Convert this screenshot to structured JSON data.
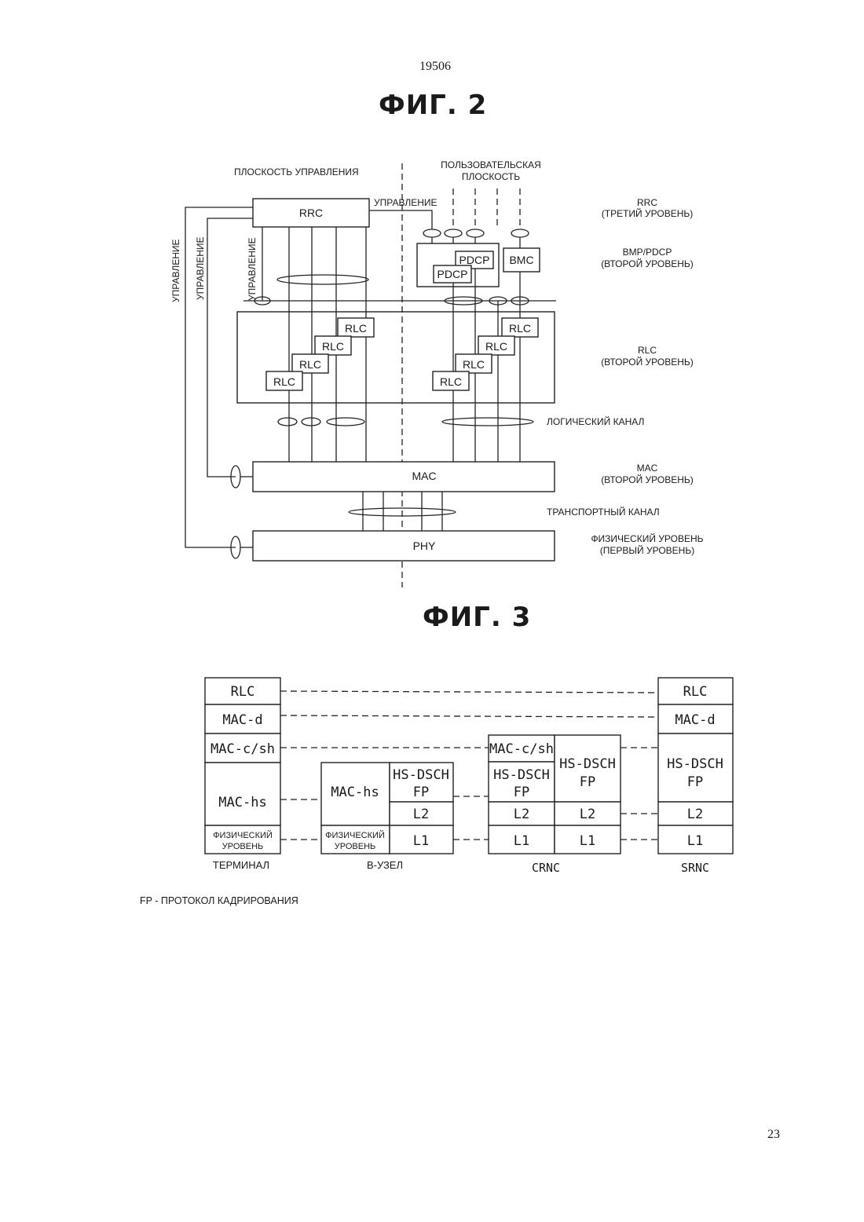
{
  "header": {
    "doc_number": "19506",
    "page_number": "23"
  },
  "fig2": {
    "title": "ФИГ. 2",
    "control_plane": "ПЛОСКОСТЬ УПРАВЛЕНИЯ",
    "user_plane_1": "ПОЛЬЗОВАТЕЛЬСКАЯ",
    "user_plane_2": "ПЛОСКОСТЬ",
    "control": "УПРАВЛЕНИЕ",
    "blocks": {
      "rrc": "RRC",
      "pdcp": "PDCP",
      "bmc": "BMC",
      "rlc": "RLC",
      "mac": "MAC",
      "phy": "PHY"
    },
    "layers": {
      "rrc_1": "RRC",
      "rrc_2": "(ТРЕТИЙ УРОВЕНЬ)",
      "bmp_1": "BMP/PDCP",
      "bmp_2": "(ВТОРОЙ УРОВЕНЬ)",
      "rlc_1": "RLC",
      "rlc_2": "(ВТОРОЙ УРОВЕНЬ)",
      "logical": "ЛОГИЧЕСКИЙ КАНАЛ",
      "mac_1": "MAC",
      "mac_2": "(ВТОРОЙ УРОВЕНЬ)",
      "transport": "ТРАНСПОРТНЫЙ КАНАЛ",
      "phy_1": "ФИЗИЧЕСКИЙ УРОВЕНЬ",
      "phy_2": "(ПЕРВЫЙ УРОВЕНЬ)"
    }
  },
  "fig3": {
    "title": "ФИГ. 3",
    "cells": {
      "rlc": "RLC",
      "macd": "MAC-d",
      "maccsh": "MAC-c/sh",
      "machs": "MAC-hs",
      "phys_1": "ФИЗИЧЕСКИЙ",
      "phys_2": "УРОВЕНЬ",
      "hsdsch": "HS-DSCH",
      "fp": "FP",
      "l2": "L2",
      "l1": "L1"
    },
    "nodes": {
      "terminal": "ТЕРМИНАЛ",
      "bnode": "В-УЗЕЛ",
      "crnc": "CRNC",
      "srnc": "SRNC"
    }
  },
  "footnote": "FP - ПРОТОКОЛ КАДРИРОВАНИЯ"
}
